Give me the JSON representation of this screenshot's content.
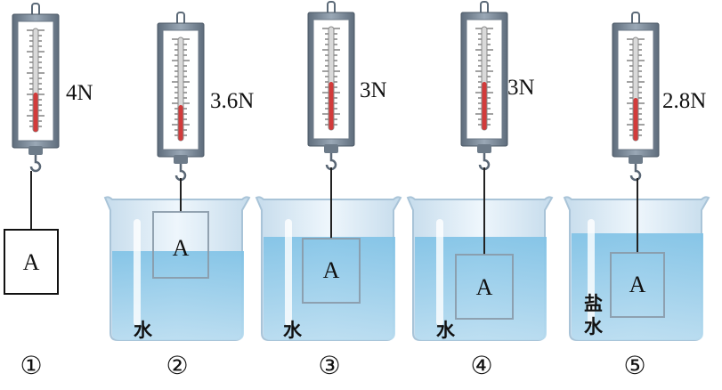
{
  "setups": [
    {
      "reading": "4N",
      "block": "A",
      "liquid": "",
      "number": "①",
      "level": 0.8,
      "submerged": "none"
    },
    {
      "reading": "3.6N",
      "block": "A",
      "liquid": "水",
      "number": "②",
      "level": 0.72,
      "submerged": "partial"
    },
    {
      "reading": "3N",
      "block": "A",
      "liquid": "水",
      "number": "③",
      "level": 0.6,
      "submerged": "full"
    },
    {
      "reading": "3N",
      "block": "A",
      "liquid": "水",
      "number": "④",
      "level": 0.6,
      "submerged": "deep"
    },
    {
      "reading": "2.8N",
      "block": "A",
      "liquid": "盐水",
      "number": "⑤",
      "level": 0.56,
      "submerged": "full"
    }
  ],
  "colors": {
    "water": "#8fc9e8",
    "beaker_glass": "#dfeef8",
    "spring_scale_frame": "#7b8a99",
    "indicator": "#d23b3b"
  }
}
